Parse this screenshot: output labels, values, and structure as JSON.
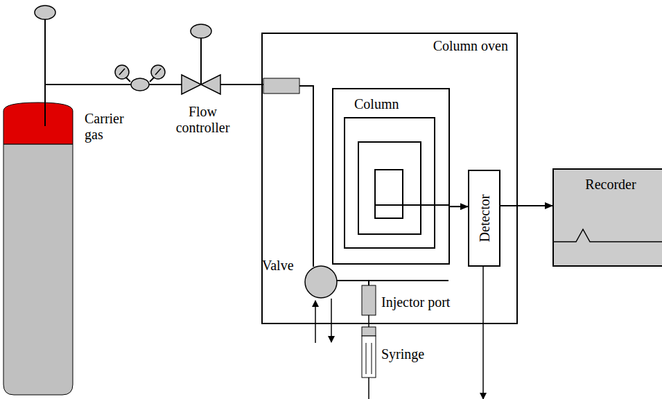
{
  "diagram": {
    "nodes": [
      {
        "text": [
          "Column oven"
        ]
      },
      {
        "text": [
          "Column"
        ],
        "in": 0
      },
      {
        "text": [
          "Detector"
        ],
        "in": 0
      },
      {
        "text": [
          "Recorder"
        ]
      }
    ],
    "edges": [
      {
        "from": 1,
        "to": 2,
        "arrow": "to"
      },
      {
        "from": 2,
        "to": 3,
        "arrow": "to"
      }
    ],
    "labels": [
      "Carrier gas",
      "Flow controller",
      "Valve",
      "Injector port",
      "Syringe"
    ]
  }
}
